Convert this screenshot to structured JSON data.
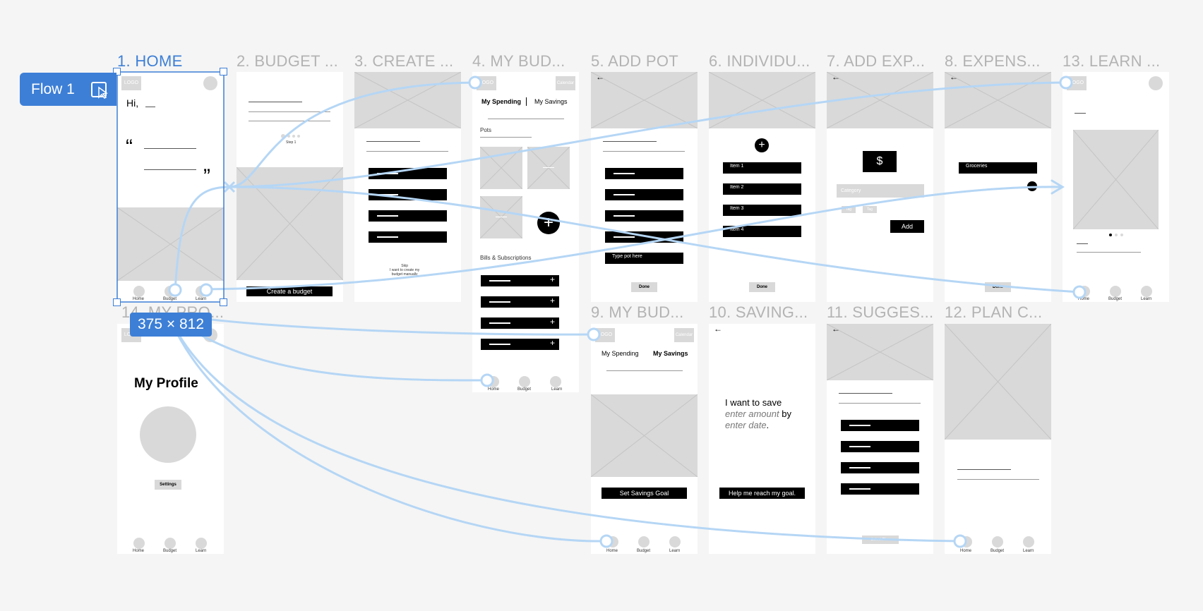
{
  "titles": {
    "t1": "1. HOME",
    "t2": "2. BUDGET ...",
    "t3": "3. CREATE ...",
    "t4": "4. MY BUD...",
    "t5": "5. ADD POT",
    "t6": "6. INDIVIDU...",
    "t7": "7. ADD EXP...",
    "t8": "8. EXPENS...",
    "t13": "13. LEARN ...",
    "t14": "14. MY PRO...",
    "t9": "9. MY BUD...",
    "t10": "10. SAVING...",
    "t11": "11. SUGGES...",
    "t12": "12. PLAN C..."
  },
  "flow": {
    "label": "Flow 1",
    "size_badge": "375 × 812"
  },
  "nav": {
    "home": "Home",
    "budget": "Budget",
    "learn": "Learn"
  },
  "common": {
    "logo": "LOGO",
    "calendar": "Calendar",
    "back": "←",
    "done": "Done"
  },
  "home": {
    "greeting": "Hi,",
    "open_quote": "“",
    "close_quote": "”"
  },
  "budget": {
    "step": "Step 1",
    "cta": "Create a budget"
  },
  "create": {
    "skip": "Skip\nI want to create my\nbudget manually"
  },
  "mybudget": {
    "tab_spending": "My Spending",
    "tab_savings": "My Savings",
    "pots": "Pots",
    "bills": "Bills & Subscriptions",
    "plus": "+"
  },
  "addpot": {
    "input_placeholder": "Type pot here"
  },
  "individual": {
    "items": [
      "Item 1",
      "Item 2",
      "Item 3",
      "Item 4"
    ]
  },
  "addexp": {
    "currency": "$",
    "category": "Category",
    "chip1": "Tag",
    "chip2": "Tag",
    "add": "Add"
  },
  "expense": {
    "item": "Groceries"
  },
  "profile": {
    "title": "My Profile",
    "settings": "Settings"
  },
  "mysavings": {
    "cta": "Set Savings Goal"
  },
  "saving": {
    "line1": "I want to save",
    "amount": "enter amount",
    "by": "by",
    "date": "enter date",
    "cta": "Help me reach my goal."
  },
  "suggest": {
    "cta": "Select Plan"
  },
  "colors": {
    "accent": "#3d7fd6",
    "flow_line": "#b5d6f5",
    "canvas": "#f5f5f5",
    "placeholder": "#d9d9d9"
  }
}
